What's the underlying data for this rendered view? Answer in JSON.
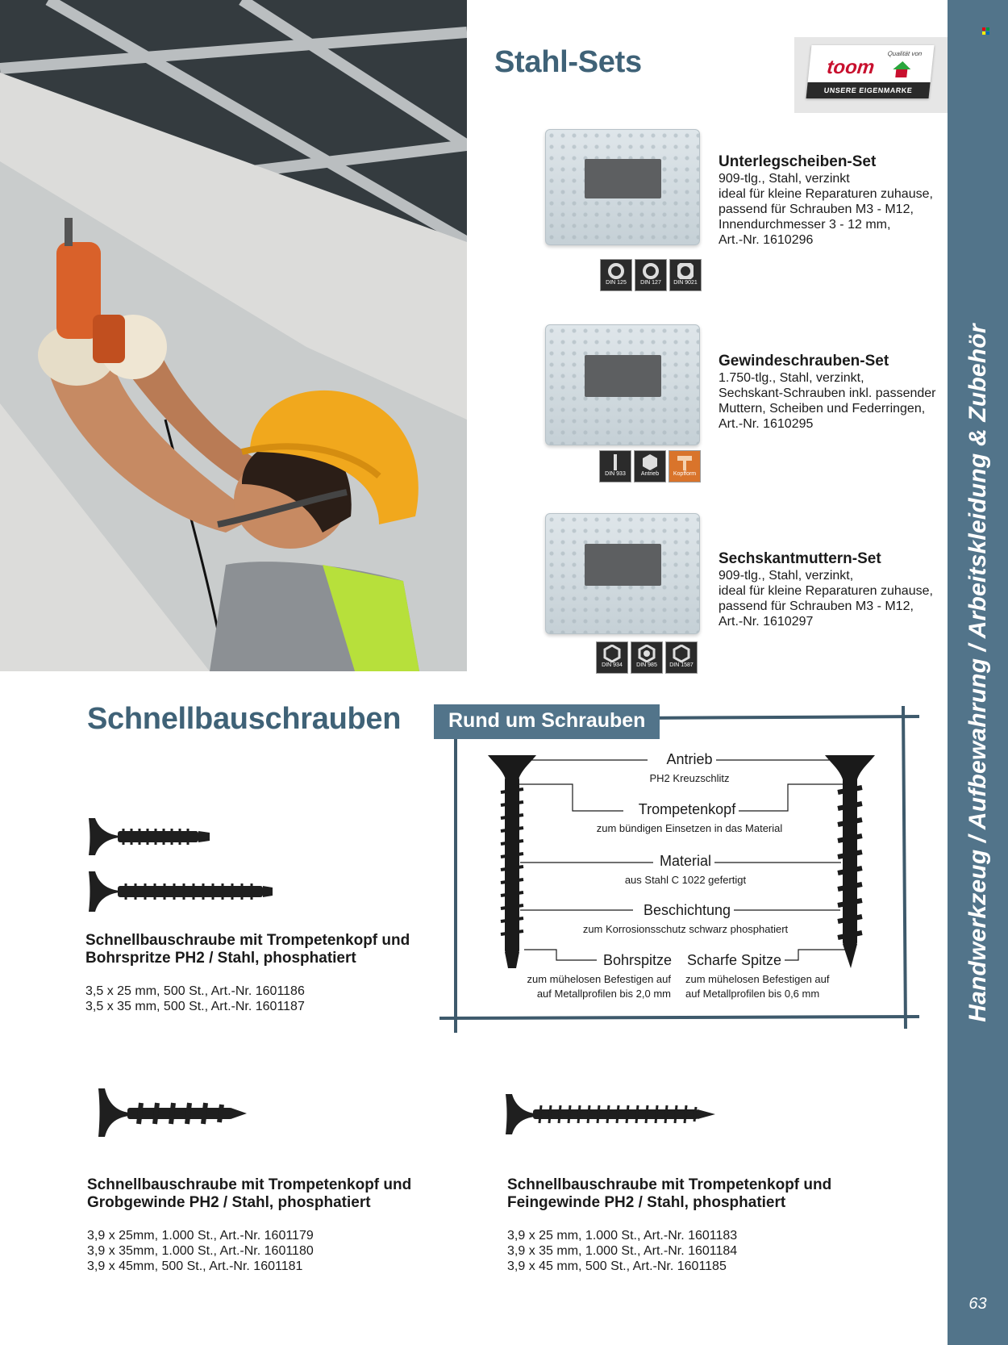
{
  "sidebar": {
    "vertical_text": "Handwerkzeug / Aufbewahrung / Arbeitskleidung & Zubehör",
    "page_number": "63",
    "dot_colors": [
      "#e30613",
      "#009640",
      "#ffed00",
      "#0069b4"
    ]
  },
  "logo": {
    "small_text": "Qualität von",
    "brand": "toom",
    "tagline": "UNSERE EIGENMARKE",
    "brand_color": "#c8102e"
  },
  "stahl_sets": {
    "heading": "Stahl-Sets",
    "products": [
      {
        "title": "Unterlegscheiben-Set",
        "lines": [
          "909-tlg., Stahl, verzinkt",
          "ideal für kleine Reparaturen zuhause,",
          "passend für Schrauben M3 - M12,",
          "Innendurchmesser 3 - 12 mm,",
          "Art.-Nr. 1610296"
        ],
        "badges": [
          "DIN 125",
          "DIN 127",
          "DIN 9021"
        ]
      },
      {
        "title": "Gewindeschrauben-Set",
        "lines": [
          "1.750-tlg., Stahl, verzinkt,",
          "Sechskant-Schrauben inkl. passender",
          "Muttern, Scheiben und Federringen,",
          "Art.-Nr. 1610295"
        ],
        "badges": [
          "DIN 933",
          "Antrieb",
          "Kopfform"
        ]
      },
      {
        "title": "Sechskantmuttern-Set",
        "lines": [
          "909-tlg., Stahl, verzinkt,",
          "ideal für kleine Reparaturen zuhause,",
          "passend für Schrauben M3 - M12,",
          "Art.-Nr. 1610297"
        ],
        "badges": [
          "DIN 934",
          "DIN 985",
          "DIN 1587"
        ]
      }
    ]
  },
  "schnellbau": {
    "heading": "Schnellbauschrauben",
    "products": [
      {
        "title_lines": [
          "Schnellbauschraube mit Trompetenkopf und",
          "Bohrspritze PH2 / Stahl, phosphatiert"
        ],
        "lines": [
          "3,5 x 25 mm, 500 St., Art.-Nr. 1601186",
          "3,5 x 35 mm, 500 St., Art.-Nr. 1601187"
        ]
      },
      {
        "title_lines": [
          "Schnellbauschraube mit Trompetenkopf und",
          "Grobgewinde PH2 / Stahl, phosphatiert"
        ],
        "lines": [
          "3,9 x 25mm, 1.000 St., Art.-Nr. 1601179",
          "3,9 x 35mm, 1.000 St., Art.-Nr. 1601180",
          "3,9 x 45mm, 500 St., Art.-Nr. 1601181"
        ]
      },
      {
        "title_lines": [
          "Schnellbauschraube mit Trompetenkopf und",
          "Feingewinde PH2 / Stahl, phosphatiert"
        ],
        "lines": [
          "3,9 x 25 mm, 1.000 St., Art.-Nr. 1601183",
          "3,9 x 35 mm, 1.000 St., Art.-Nr. 1601184",
          "3,9 x 45 mm, 500 St., Art.-Nr. 1601185"
        ]
      }
    ]
  },
  "rund_um": {
    "label": "Rund um Schrauben",
    "items": [
      {
        "title": "Antrieb",
        "sub": [
          "PH2 Kreuzschlitz"
        ]
      },
      {
        "title": "Trompetenkopf",
        "sub": [
          "zum bündigen Einsetzen in das Material"
        ]
      },
      {
        "title": "Material",
        "sub": [
          "aus Stahl C 1022 gefertigt"
        ]
      },
      {
        "title": "Beschichtung",
        "sub": [
          "zum Korrosionsschutz schwarz phosphatiert"
        ]
      },
      {
        "title": "Bohrspitze",
        "sub": [
          "zum mühelosen Befestigen auf",
          "auf Metallprofilen bis 2,0 mm"
        ]
      },
      {
        "title": "Scharfe Spitze",
        "sub": [
          "zum mühelosen Befestigen auf",
          "auf Metallprofilen bis 0,6 mm"
        ]
      }
    ]
  },
  "colors": {
    "accent": "#52748a",
    "heading": "#3f6277"
  }
}
